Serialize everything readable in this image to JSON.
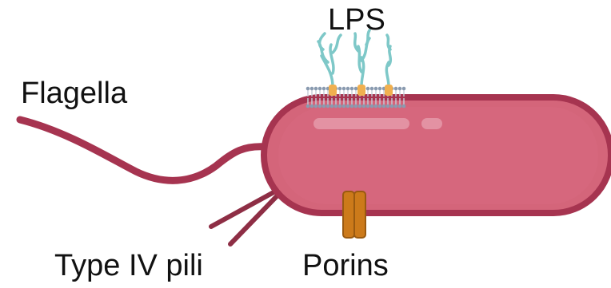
{
  "labels": {
    "lps": "LPS",
    "flagella": "Flagella",
    "pili": "Type IV pili",
    "porins": "Porins"
  },
  "colors": {
    "cell_body": "#d4657a",
    "cell_outline": "#a63450",
    "cell_highlight": "#e8a0ad",
    "flagella": "#a63450",
    "pili": "#8e2e45",
    "porin": "#cc7a1a",
    "porin_dark": "#9a5a10",
    "membrane_head": "#8a9bb0",
    "membrane_tail": "#c7ced8",
    "lipid_anchor": "#f0b050",
    "lps_chain": "#7ec8c8",
    "text": "#111111"
  },
  "icons": {
    "lipid_membrane": "lipid-bilayer-patch",
    "lps": "branched-polysaccharide-chains",
    "porin": "transmembrane-channel"
  }
}
